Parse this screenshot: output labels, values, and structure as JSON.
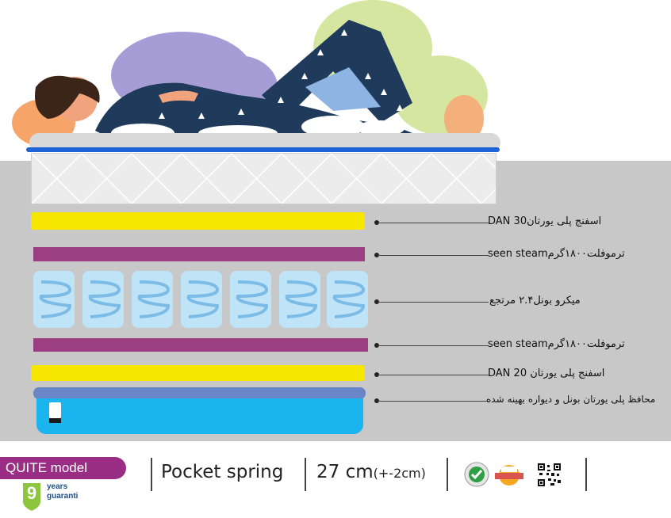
{
  "labels": {
    "layer1": "اسفنج پلی یورتان30 DAN",
    "layer2": "ترموفلت۱۸۰۰گرمseen steam",
    "layer3": "میکرو بونل۲.۴ مرتجع",
    "layer4": "ترموفلت۱۸۰۰گرمseen steam",
    "layer5": "اسفنج پلی یورتان 20 DAN",
    "layer6": "محافظ پلی یورتان بونل و دیواره بهینه شده"
  },
  "footer": {
    "model": "QUITE model",
    "warranty_number": "9",
    "warranty_line1": "years",
    "warranty_line2": "guaranti",
    "spring_type": "Pocket spring",
    "height_main": "27 cm",
    "height_tolerance": "(+-2cm)"
  },
  "colors": {
    "foam_yellow": "#f7e600",
    "felt_purple": "#9b3f82",
    "coil_blue": "#bfe3f7",
    "base_blue": "#1ab4ee",
    "base_top": "#6a86c6",
    "panel_grey": "#c8c8c9",
    "badge_purple": "#9a2e85",
    "shield_green": "#8cc63f"
  },
  "icons": [
    "sleeping-person-illustration",
    "leaf-logo-icon",
    "quality-check-icon",
    "100-percent-badge-icon",
    "qr-code-icon"
  ]
}
